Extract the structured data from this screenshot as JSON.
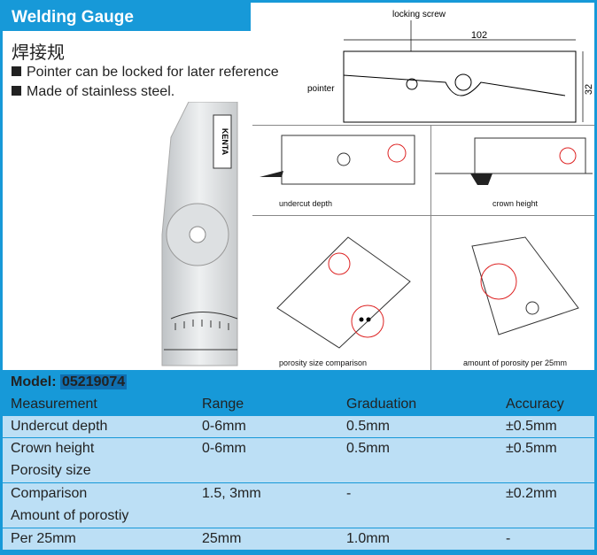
{
  "title": "Welding Gauge",
  "subtitle_cn": "焊接规",
  "features": [
    "Pointer can be locked for later reference",
    "Made of stainless steel."
  ],
  "diagram": {
    "locking_screw": "locking screw",
    "pointer": "pointer",
    "length": "102",
    "height": "32",
    "brand": "KENTA",
    "captions": [
      "undercut depth",
      "crown height",
      "porosity size comparison",
      "amount of porosity per 25mm"
    ]
  },
  "table": {
    "model_label": "Model:",
    "model_number": "05219074",
    "headers": [
      "Measurement",
      "Range",
      "Graduation",
      "Accuracy"
    ],
    "rows": [
      [
        "Undercut depth",
        "0-6mm",
        "0.5mm",
        "±0.5mm"
      ],
      [
        "Crown height",
        "0-6mm",
        "0.5mm",
        "±0.5mm"
      ],
      [
        "Porosity size",
        "",
        "",
        ""
      ],
      [
        "Comparison",
        "1.5, 3mm",
        "-",
        "±0.2mm"
      ],
      [
        "Amount of porostiy",
        "",
        "",
        ""
      ],
      [
        "Per 25mm",
        "25mm",
        "1.0mm",
        "-"
      ]
    ]
  }
}
